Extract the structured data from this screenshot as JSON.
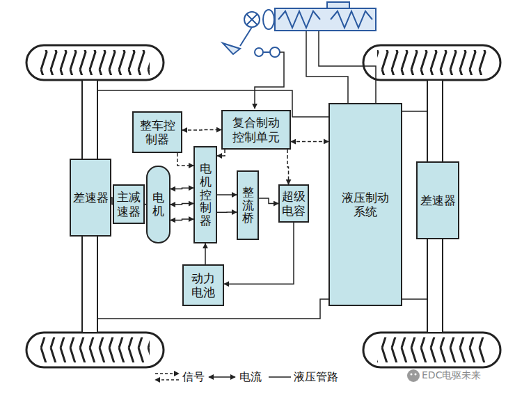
{
  "diagram": {
    "nodes": [
      {
        "text": [
          "整车控制器"
        ]
      },
      {
        "text": [
          "复合制动控制单元"
        ]
      },
      {
        "text": [
          "差速器"
        ]
      },
      {
        "text": [
          "主减速器"
        ]
      },
      {
        "text": [
          "电机"
        ]
      },
      {
        "text": [
          "电机控制器"
        ]
      },
      {
        "text": [
          "整流桥"
        ]
      },
      {
        "text": [
          "超级电容"
        ]
      },
      {
        "text": [
          "动力电池"
        ]
      },
      {
        "text": [
          "液压制动系统"
        ]
      },
      {
        "text": [
          "差速器"
        ]
      }
    ],
    "edges": [
      {
        "from": 0,
        "to": 1,
        "arrow": "both"
      },
      {
        "from": 1,
        "to": 9,
        "arrow": "both"
      },
      {
        "from": 0,
        "to": 5,
        "arrow": "to"
      },
      {
        "from": 1,
        "to": 5,
        "arrow": "to"
      },
      {
        "from": 1,
        "to": 7,
        "arrow": "to"
      },
      {
        "from": 4,
        "to": 5,
        "arrow": "both"
      },
      {
        "from": 4,
        "to": 5,
        "arrow": "both"
      },
      {
        "from": 4,
        "to": 5,
        "arrow": "both"
      },
      {
        "from": 5,
        "to": 6,
        "arrow": "to"
      },
      {
        "from": 5,
        "to": 6,
        "arrow": "to"
      },
      {
        "from": 6,
        "to": 7,
        "arrow": "to"
      },
      {
        "from": 7,
        "to": 8,
        "arrow": "to"
      },
      {
        "from": 8,
        "to": 5,
        "arrow": "to"
      },
      {
        "from": 2,
        "to": 3,
        "arrow": "none"
      },
      {
        "from": 3,
        "to": 4,
        "arrow": "none"
      }
    ],
    "labels": [
      "EDC电驱未来"
    ],
    "legend": [
      {
        "text": "信号"
      },
      {
        "text": "电流"
      },
      {
        "text": "液压管路"
      }
    ]
  }
}
